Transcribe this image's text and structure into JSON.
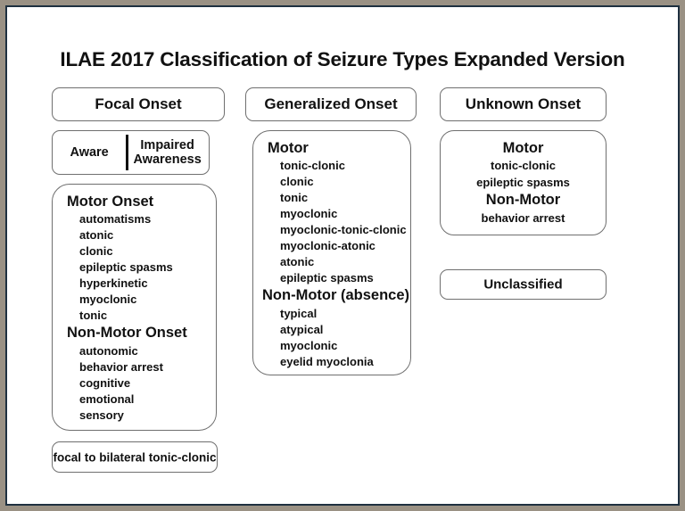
{
  "title": "ILAE 2017 Classification of Seizure Types Expanded Version",
  "columns": {
    "focal": {
      "header": "Focal Onset",
      "awareness": {
        "aware": "Aware",
        "impaired": "Impaired Awareness"
      },
      "groups": [
        {
          "heading": "Motor Onset",
          "items": [
            "automatisms",
            "atonic",
            "clonic",
            "epileptic spasms",
            "hyperkinetic",
            "myoclonic",
            "tonic"
          ]
        },
        {
          "heading": "Non-Motor Onset",
          "items": [
            "autonomic",
            "behavior arrest",
            "cognitive",
            "emotional",
            "sensory"
          ]
        }
      ],
      "footer": "focal to bilateral tonic-clonic"
    },
    "generalized": {
      "header": "Generalized Onset",
      "groups": [
        {
          "heading": "Motor",
          "items": [
            "tonic-clonic",
            "clonic",
            "tonic",
            "myoclonic",
            "myoclonic-tonic-clonic",
            "myoclonic-atonic",
            "atonic",
            "epileptic spasms"
          ]
        },
        {
          "heading": "Non-Motor (absence)",
          "items": [
            "typical",
            "atypical",
            "myoclonic",
            "eyelid myoclonia"
          ]
        }
      ]
    },
    "unknown": {
      "header": "Unknown Onset",
      "groups": [
        {
          "heading": "Motor",
          "items": [
            "tonic-clonic",
            "epileptic spasms"
          ]
        },
        {
          "heading": "Non-Motor",
          "items": [
            "behavior arrest"
          ]
        }
      ],
      "unclassified": "Unclassified"
    }
  },
  "colors": {
    "page_background": "#ffffff",
    "frame_outer": "#9a9184",
    "frame_rule": "#1e3040",
    "box_border": "#6f6f6f",
    "text": "#111111"
  }
}
